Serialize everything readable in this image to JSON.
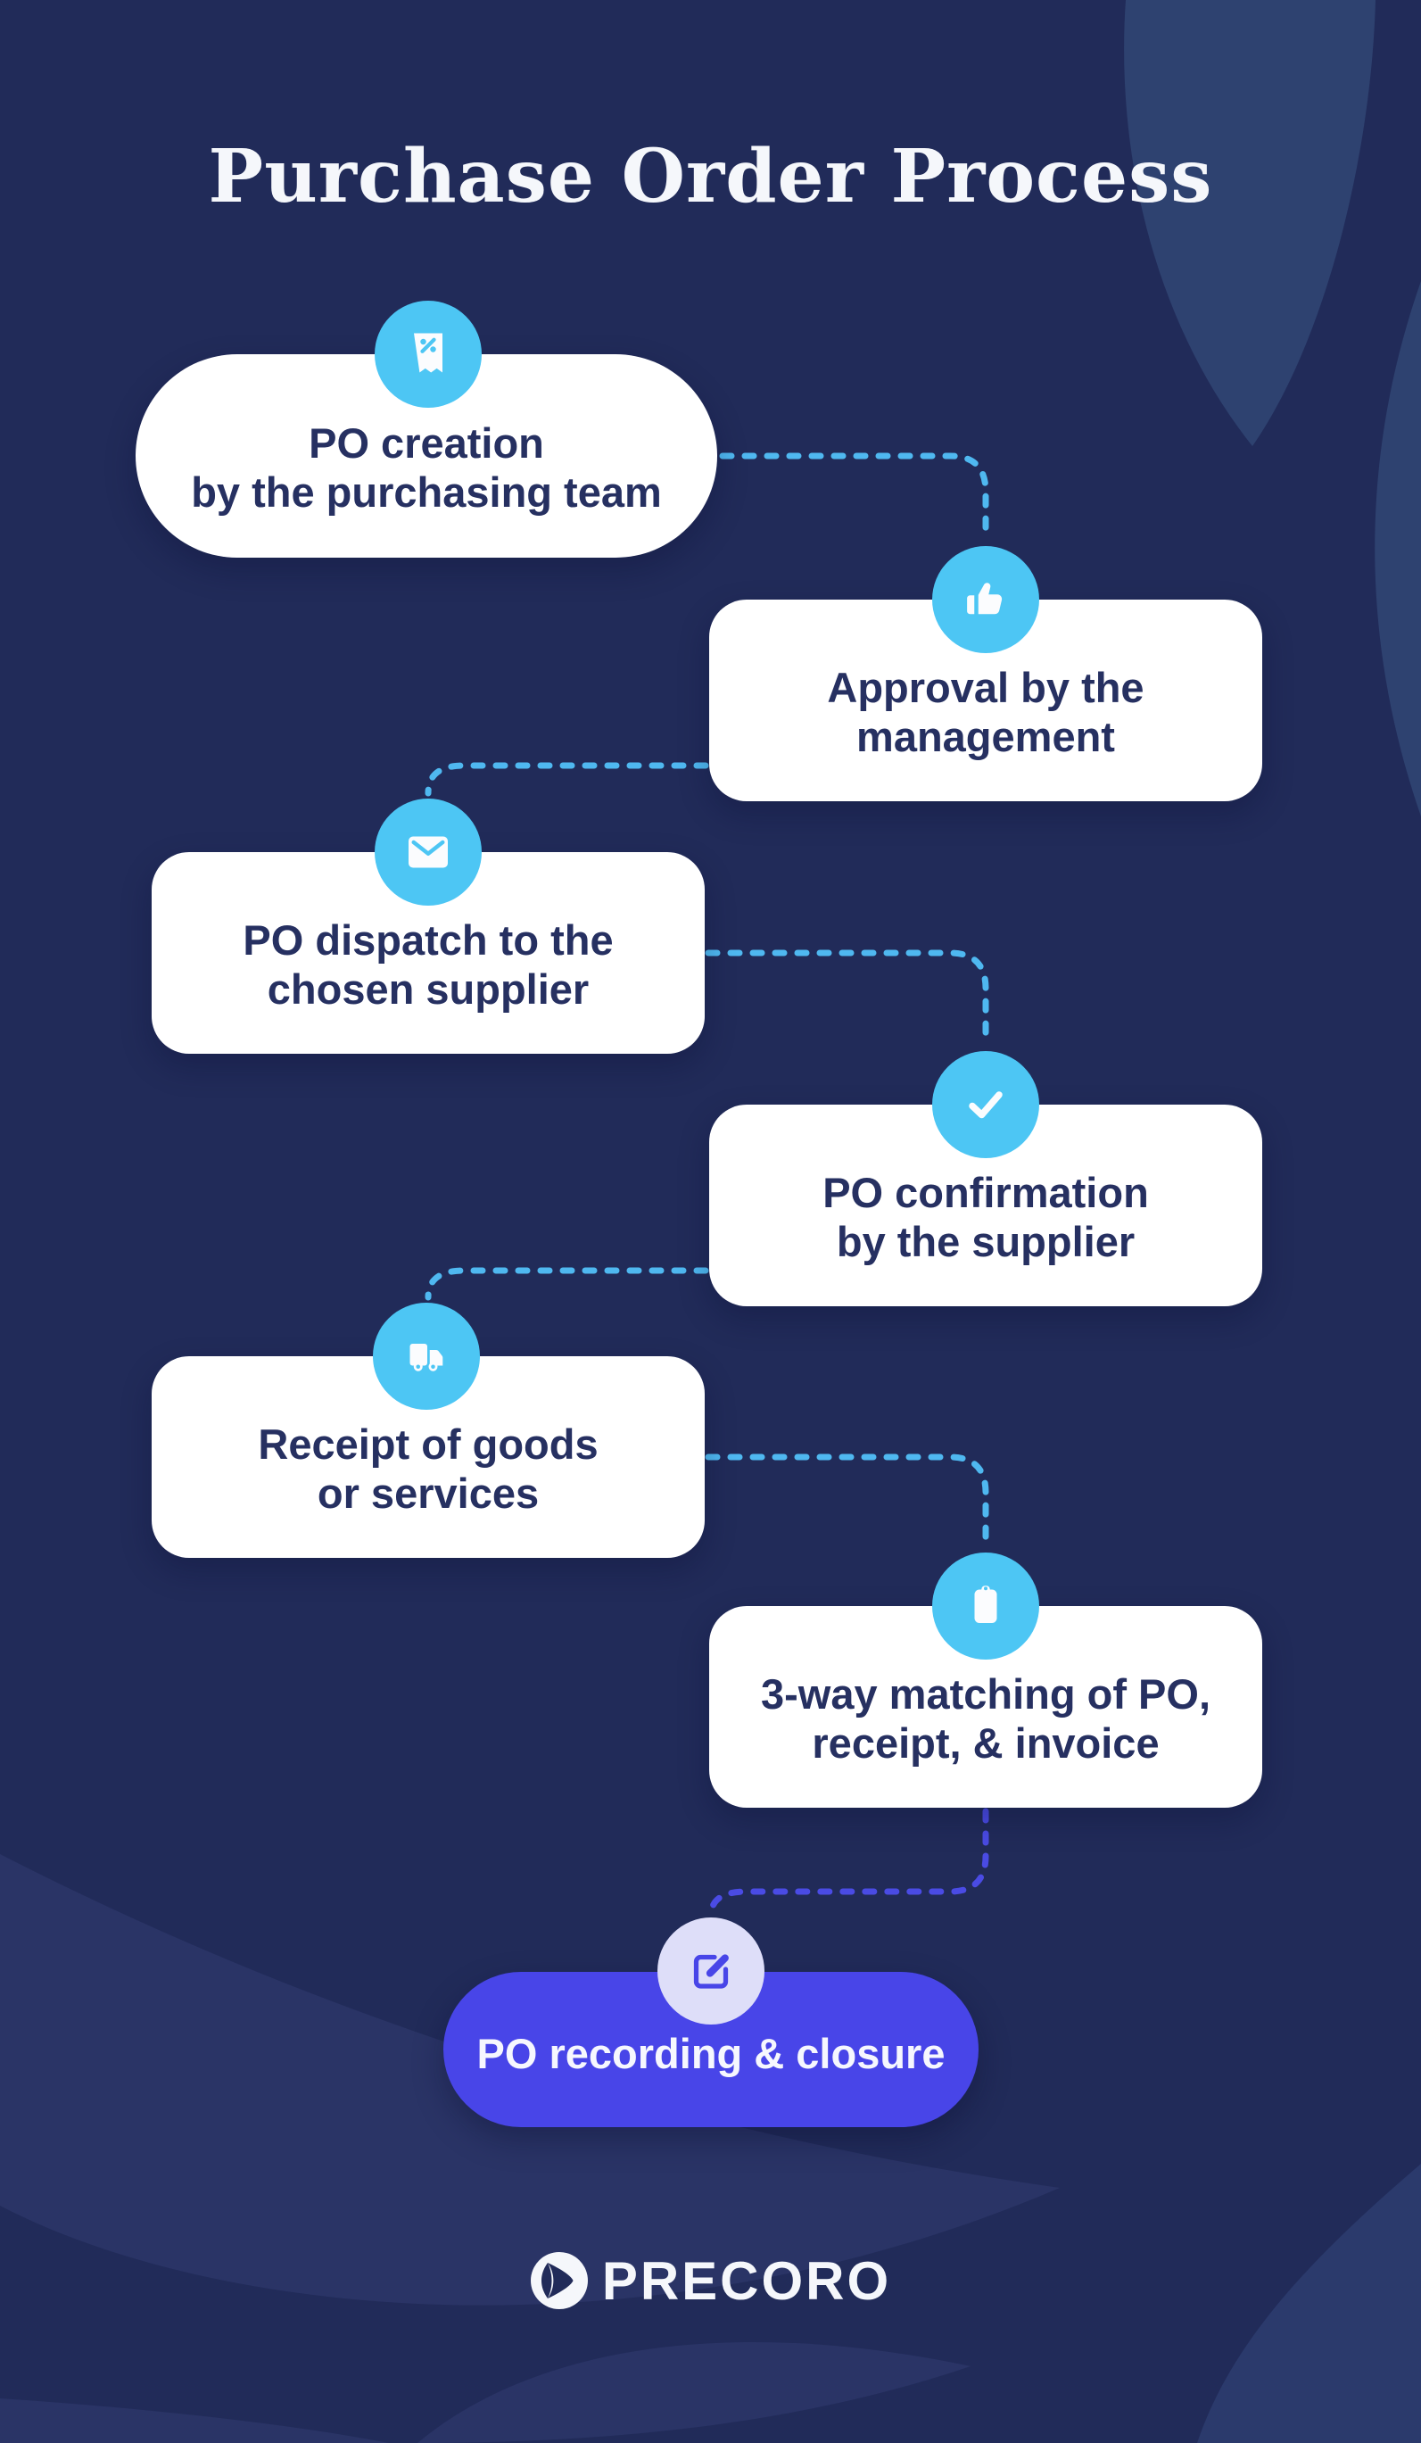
{
  "title": "Purchase Order Process",
  "steps": [
    {
      "id": 1,
      "icon": "receipt-percent-icon",
      "line1": "PO creation",
      "line2": "by the purchasing team"
    },
    {
      "id": 2,
      "icon": "thumbs-up-icon",
      "line1": "Approval by the",
      "line2": "management"
    },
    {
      "id": 3,
      "icon": "envelope-icon",
      "line1": "PO dispatch to the",
      "line2": "chosen supplier"
    },
    {
      "id": 4,
      "icon": "check-icon",
      "line1": "PO confirmation",
      "line2": "by the supplier"
    },
    {
      "id": 5,
      "icon": "truck-icon",
      "line1": "Receipt of goods",
      "line2": "or services"
    },
    {
      "id": 6,
      "icon": "clipboard-icon",
      "line1": "3-way matching of PO,",
      "line2": "receipt, & invoice"
    },
    {
      "id": 7,
      "icon": "edit-icon",
      "line1": "PO recording & closure",
      "line2": ""
    }
  ],
  "footer": {
    "logo_text": "PRECORO"
  },
  "colors": {
    "background": "#212B59",
    "petal_top_right": "#2E4270",
    "petal_bottom_left": "#2A3466",
    "card_background": "#FFFFFF",
    "card_text": "#263061",
    "icon_circle": "#4DC6F4",
    "icon_glyph": "#FFFFFF",
    "connector_blue": "#4FB8F0",
    "connector_purple": "#4A4BE4",
    "final_pill": "#4845E8",
    "final_pill_text": "#F6F7FE",
    "final_icon_circle": "#DEDEF9",
    "title_text": "#F5F7FB"
  }
}
